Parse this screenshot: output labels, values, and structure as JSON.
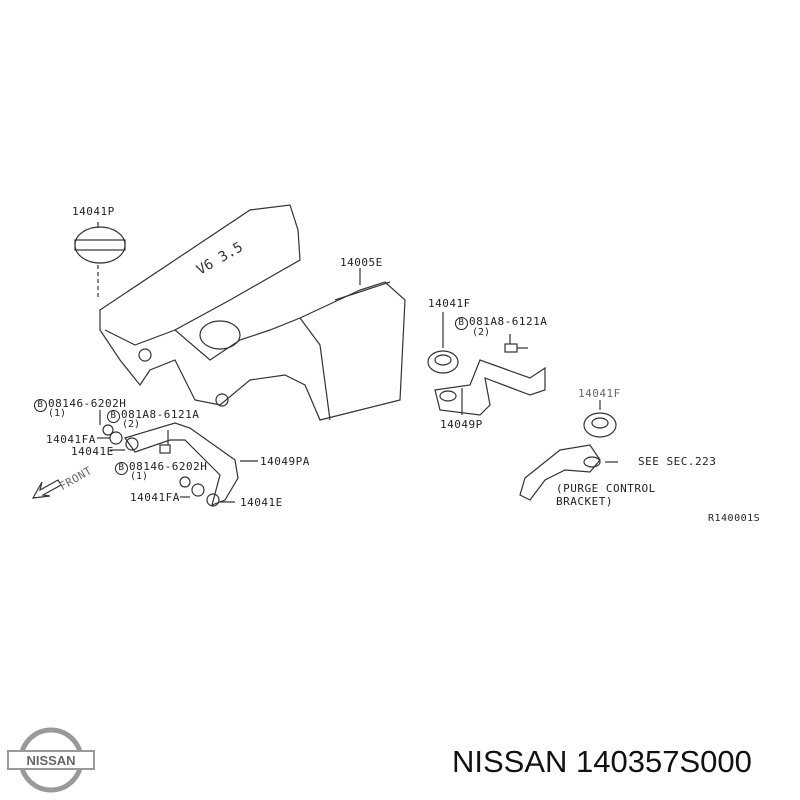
{
  "caption": "NISSAN 140357S000",
  "logo_text": "NISSAN",
  "diagram_code": "R140001S",
  "front_label": "FRONT",
  "labels": {
    "cover_emblem": "14041P",
    "cover": "14005E",
    "grommet_1": "14041F",
    "grommet_2": "14041F",
    "bolt_right": "081A8-6121A",
    "bolt_right_qty": "(2)",
    "bracket_p": "14049P",
    "see_sec": "SEE SEC.223",
    "purge_1": "(PURGE CONTROL",
    "purge_2": "BRACKET)",
    "bolt_left_1": "08146-6202H",
    "bolt_left_1_qty": "(1)",
    "bolt_left_2": "081A8-6121A",
    "bolt_left_2_qty": "(2)",
    "washer_fa_1": "14041FA",
    "nut_e_1": "14041E",
    "bolt_left_3": "08146-6202H",
    "bolt_left_3_qty": "(1)",
    "bracket_pa": "14049PA",
    "washer_fa_2": "14041FA",
    "nut_e_2": "14041E",
    "bolt_marker": "B"
  }
}
